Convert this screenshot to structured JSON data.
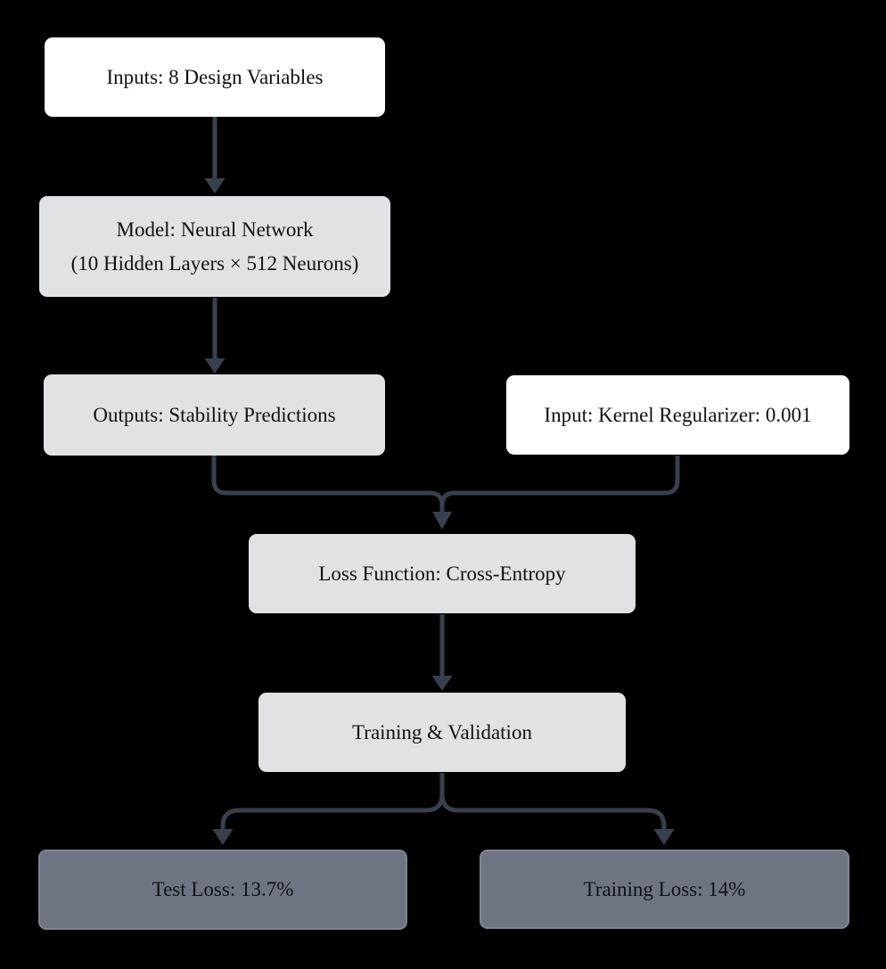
{
  "diagram": {
    "type": "flowchart",
    "background": "#000000",
    "arrow_color": "#39404d",
    "text_color": "#0f1115",
    "node_fills": {
      "white": "#ffffff",
      "light_gray": "#e0e2e6",
      "dark_gray": "#6e7481"
    },
    "nodes": {
      "inputs": {
        "label": "Inputs: 8 Design Variables"
      },
      "model": {
        "line1": "Model: Neural Network",
        "line2": "(10 Hidden Layers × 512 Neurons)"
      },
      "outputs": {
        "label": "Outputs: Stability Predictions"
      },
      "kernel_regularizer": {
        "label": "Input: Kernel Regularizer: 0.001"
      },
      "loss_function": {
        "label": "Loss Function: Cross-Entropy"
      },
      "training_validation": {
        "label": "Training & Validation"
      },
      "test_loss": {
        "label": "Test Loss: 13.7%"
      },
      "training_loss": {
        "label": "Training Loss: 14%"
      }
    },
    "edges": [
      {
        "from": "inputs",
        "to": "model"
      },
      {
        "from": "model",
        "to": "outputs"
      },
      {
        "from": "outputs",
        "to": "loss_function"
      },
      {
        "from": "kernel_regularizer",
        "to": "loss_function"
      },
      {
        "from": "loss_function",
        "to": "training_validation"
      },
      {
        "from": "training_validation",
        "to": "test_loss"
      },
      {
        "from": "training_validation",
        "to": "training_loss"
      }
    ]
  }
}
